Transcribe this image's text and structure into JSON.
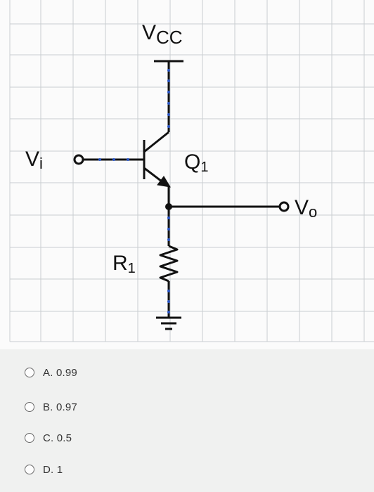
{
  "circuit": {
    "vcc_label_main": "V",
    "vcc_label_sub": "CC",
    "vin_label_main": "V",
    "vin_label_sub": "i",
    "vout_label_main": "V",
    "vout_label_sub": "o",
    "transistor_label_main": "Q",
    "transistor_label_sub": "1",
    "resistor_label_main": "R",
    "resistor_label_sub": "1"
  },
  "options": [
    {
      "label": "A. 0.99"
    },
    {
      "label": "B. 0.97"
    },
    {
      "label": "C. 0.5"
    },
    {
      "label": "D. 1"
    }
  ],
  "colors": {
    "grid": "#c9ced0",
    "wire": "#111111",
    "dots": "#2a56c6",
    "panel": "#fbfbfb",
    "background": "#f0f1f0"
  }
}
